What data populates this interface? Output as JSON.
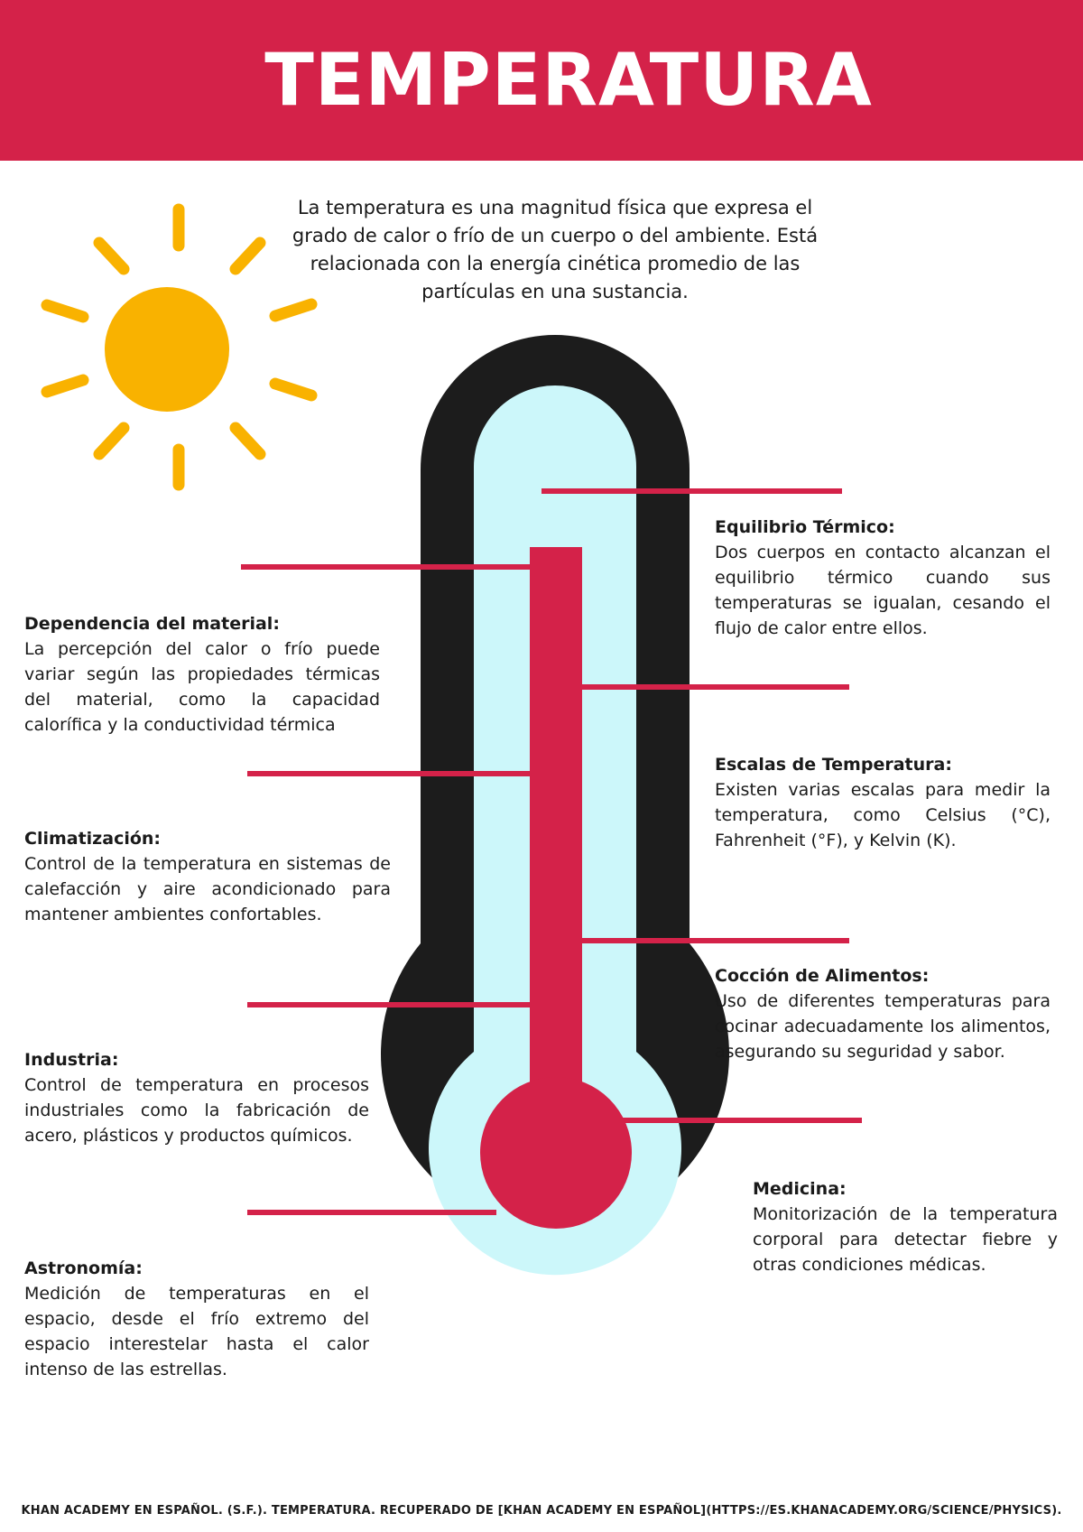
{
  "header": {
    "title": "TEMPERATURA"
  },
  "intro": "La temperatura es una magnitud física que expresa el grado de calor o frío de un cuerpo o del ambiente. Está relacionada con la energía cinética promedio de las partículas en una sustancia.",
  "colors": {
    "accent": "#d42249",
    "sun": "#f9b200",
    "glass": "#ccf7fa",
    "outline": "#1c1c1c"
  },
  "icons": {
    "sun": "sun-icon",
    "thermometer": "thermometer-icon"
  },
  "items": [
    {
      "title": "Equilibrio Térmico:",
      "text": "Dos cuerpos en contacto alcanzan el equilibrio térmico cuando sus temperaturas se igualan, cesando el flujo de calor entre ellos."
    },
    {
      "title": "Dependencia del material:",
      "text": "La percepción del calor o frío puede variar según las propiedades térmicas del material, como la capacidad calorífica y la conductividad térmica"
    },
    {
      "title": "Escalas de Temperatura:",
      "text": "Existen varias escalas para medir la temperatura, como Celsius (°C), Fahrenheit (°F), y Kelvin (K)."
    },
    {
      "title": "Climatización:",
      "text": "Control de la temperatura en sistemas de calefacción y aire acondicionado para mantener ambientes confortables."
    },
    {
      "title": "Cocción de Alimentos:",
      "text": "Uso de diferentes temperaturas para cocinar adecuadamente los alimentos, asegurando su seguridad y sabor."
    },
    {
      "title": "Industria:",
      "text": "Control de temperatura en procesos industriales como la fabricación de acero, plásticos y productos químicos."
    },
    {
      "title": "Medicina:",
      "text": "Monitorización de la temperatura corporal para detectar fiebre y otras condiciones médicas."
    },
    {
      "title": "Astronomía:",
      "text": "Medición de temperaturas en el espacio, desde el frío extremo del espacio interestelar hasta el calor intenso de las estrellas."
    }
  ],
  "footer": "KHAN ACADEMY EN ESPAÑOL. (S.F.). TEMPERATURA. RECUPERADO DE [KHAN ACADEMY EN ESPAÑOL](HTTPS://ES.KHANACADEMY.ORG/SCIENCE/PHYSICS)."
}
